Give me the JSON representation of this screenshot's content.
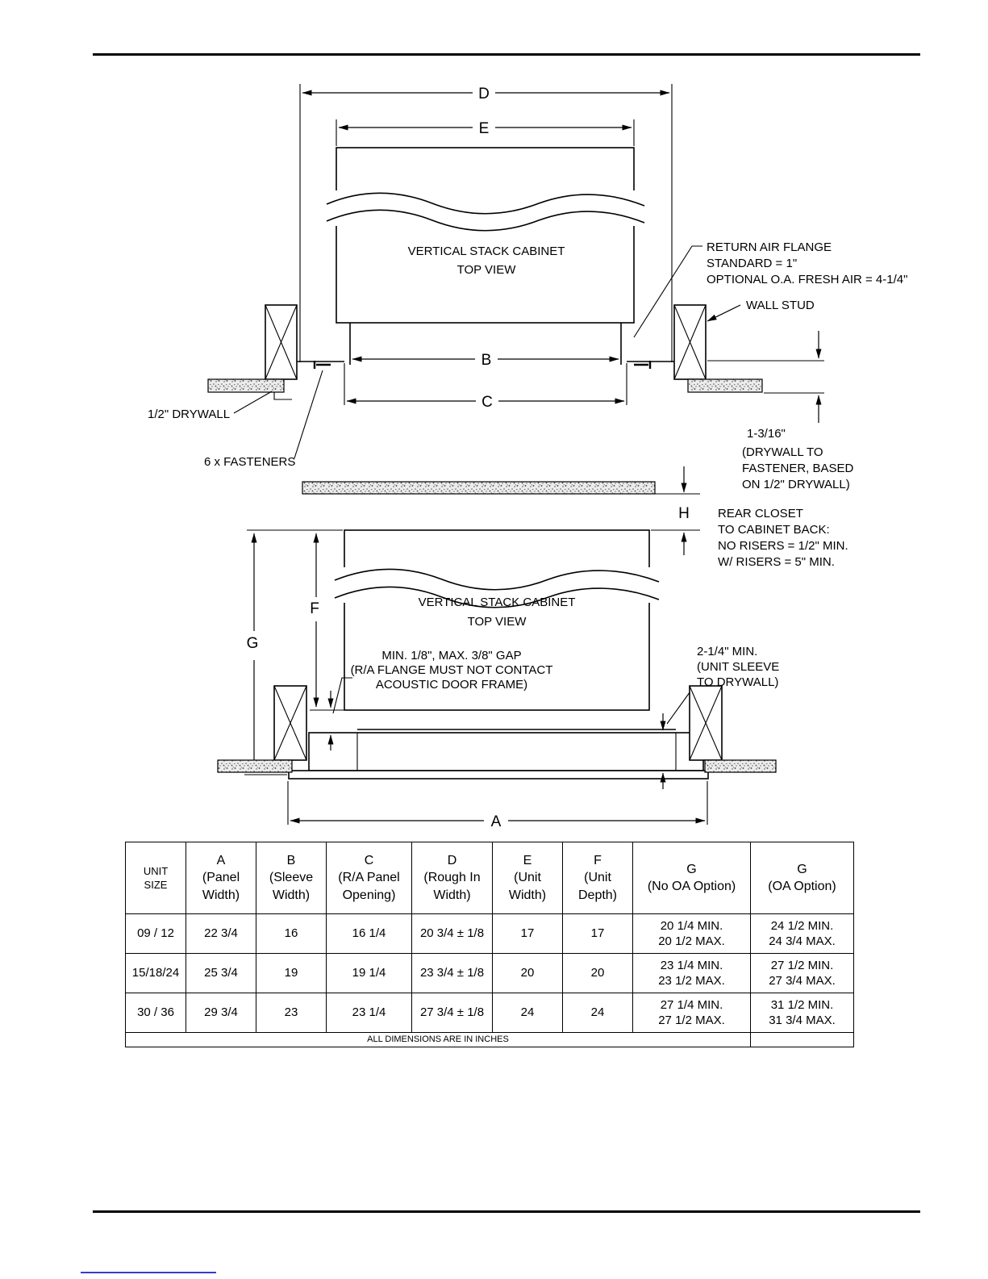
{
  "page": {
    "link_color": "#3a3acc"
  },
  "diagram1": {
    "dim_d": "D",
    "dim_e": "E",
    "dim_b": "B",
    "dim_c": "C",
    "cabinet_title": "VERTICAL STACK CABINET",
    "cabinet_subtitle": "TOP VIEW",
    "return_air_flange_note": [
      "RETURN AIR FLANGE",
      "STANDARD = 1\"",
      "OPTIONAL O.A. FRESH AIR = 4-1/4\""
    ],
    "wall_stud_label": "WALL STUD",
    "drywall_label": "1/2\" DRYWALL",
    "fasteners_label": "6 x FASTENERS",
    "drywall_fastener_dim": "1-3/16\"",
    "drywall_fastener_note": [
      "(DRYWALL TO",
      "FASTENER, BASED",
      "ON 1/2\" DRYWALL)"
    ]
  },
  "diagram2": {
    "dim_h": "H",
    "dim_f": "F",
    "dim_g": "G",
    "dim_a": "A",
    "cabinet_title": "VERTICAL STACK CABINET",
    "cabinet_subtitle": "TOP VIEW",
    "gap_note": [
      "MIN. 1/8\", MAX. 3/8\" GAP",
      "(R/A FLANGE MUST NOT CONTACT",
      "ACOUSTIC DOOR FRAME)"
    ],
    "rear_closet_note": [
      "REAR CLOSET",
      "TO CABINET BACK:",
      "NO RISERS = 1/2\" MIN.",
      "W/ RISERS = 5\" MIN."
    ],
    "sleeve_note": [
      "2-1/4\" MIN.",
      "(UNIT SLEEVE",
      "TO DRYWALL)"
    ]
  },
  "table": {
    "headers": [
      "UNIT\nSIZE",
      "A\n(Panel\nWidth)",
      "B\n(Sleeve\nWidth)",
      "C\n(R/A Panel\nOpening)",
      "D\n(Rough In\nWidth)",
      "E\n(Unit\nWidth)",
      "F\n(Unit\nDepth)",
      "G\n(No OA Option)",
      "G\n(OA Option)"
    ],
    "rows": [
      [
        "09 / 12",
        "22 3/4",
        "16",
        "16 1/4",
        "20 3/4 ± 1/8",
        "17",
        "17",
        "20 1/4 MIN.\n20 1/2 MAX.",
        "24 1/2 MIN.\n24 3/4 MAX."
      ],
      [
        "15/18/24",
        "25 3/4",
        "19",
        "19 1/4",
        "23 3/4 ± 1/8",
        "20",
        "20",
        "23 1/4 MIN.\n23 1/2 MAX.",
        "27 1/2 MIN.\n27 3/4 MAX."
      ],
      [
        "30 / 36",
        "29 3/4",
        "23",
        "23 1/4",
        "27 3/4 ± 1/8",
        "24",
        "24",
        "27 1/4 MIN.\n27 1/2 MAX.",
        "31 1/2 MIN.\n31 3/4 MAX."
      ]
    ],
    "footer": "ALL DIMENSIONS ARE IN INCHES"
  }
}
